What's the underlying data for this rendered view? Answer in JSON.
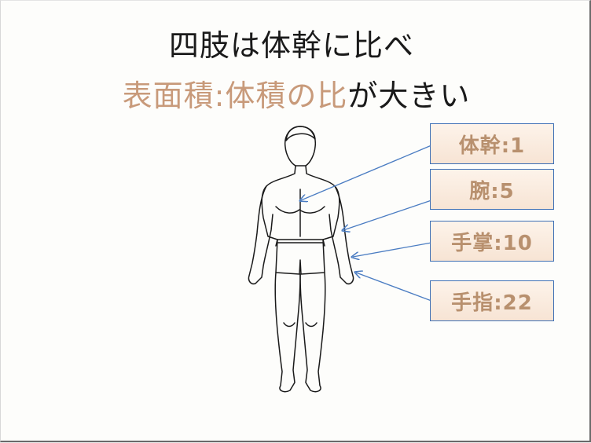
{
  "title": {
    "line1": "四肢は体幹に比べ",
    "line2_accent": "表面積:体積の比",
    "line2_rest": "が大きい"
  },
  "labels": [
    {
      "text": "体幹:1"
    },
    {
      "text": "腕:5"
    },
    {
      "text": "手掌:10"
    },
    {
      "text": "手指:22"
    }
  ],
  "colors": {
    "accent_text": "#c89a7a",
    "label_text": "#b8906e",
    "box_border": "#3d6fb5",
    "box_fill": "#fdf3ea",
    "arrow": "#4a7cc2"
  }
}
